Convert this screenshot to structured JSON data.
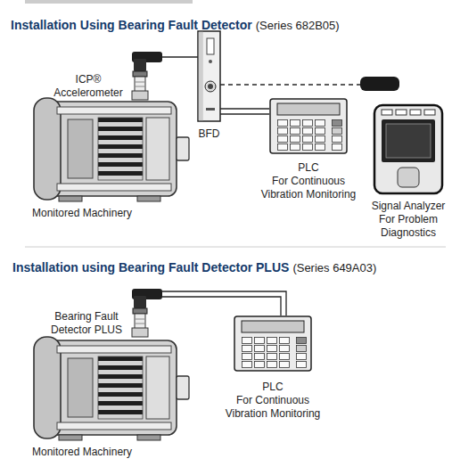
{
  "diagram": {
    "nodes": [
      {
        "text": [
          "ICP® Accelerometer"
        ]
      },
      {
        "text": [
          "Monitored Machinery"
        ]
      },
      {
        "text": [
          "BFD"
        ]
      },
      {
        "text": [
          "PLC",
          "For Continuous Vibration Monitoring"
        ]
      },
      {
        "text": [
          "Signal Analyzer",
          "For Problem Diagnostics"
        ]
      },
      {
        "text": [
          "Bearing Fault Detector PLUS"
        ]
      },
      {
        "text": [
          "Monitored Machinery"
        ]
      },
      {
        "text": [
          "PLC",
          "For Continuous Vibration Monitoring"
        ]
      }
    ],
    "edges": [
      {
        "from": 0,
        "to": 2,
        "arrow": "none"
      },
      {
        "from": 2,
        "to": 3,
        "arrow": "none"
      },
      {
        "from": 2,
        "to": 4,
        "arrow": "none"
      },
      {
        "from": 5,
        "to": 7,
        "arrow": "none"
      }
    ],
    "labels": [
      "Installation Using Bearing Fault Detector",
      "(Series 682B05)",
      "Installation using Bearing Fault Detector PLUS",
      "(Series 649A03)"
    ]
  }
}
